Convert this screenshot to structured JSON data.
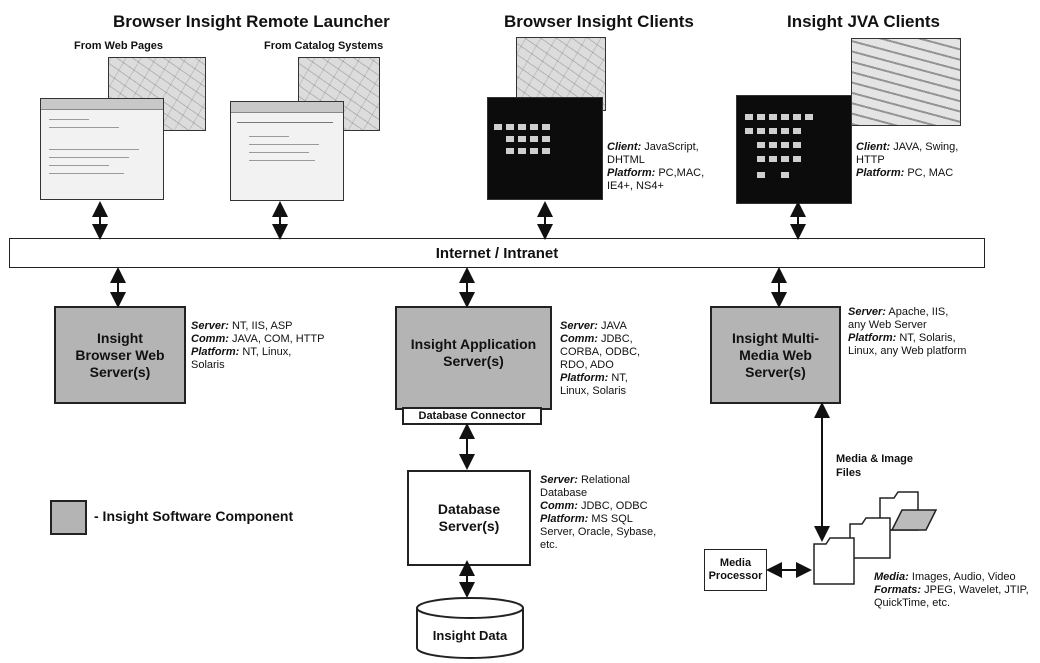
{
  "headers": {
    "launcher": "Browser Insight Remote Launcher",
    "from_web": "From Web Pages",
    "from_catalog": "From Catalog Systems",
    "browser_clients": "Browser Insight Clients",
    "jva_clients": "Insight JVA Clients"
  },
  "network": {
    "label": "Internet / Intranet"
  },
  "browser_client_info": [
    {
      "k": "Client:",
      "v": "JavaScript, DHTML"
    },
    {
      "k": "Platform:",
      "v": "PC,MAC, IE4+, NS4+"
    }
  ],
  "jva_client_info": [
    {
      "k": "Client:",
      "v": "JAVA, Swing, HTTP"
    },
    {
      "k": "Platform:",
      "v": "PC, MAC"
    }
  ],
  "servers": {
    "browser_web": {
      "title": "Insight Browser Web Server(s)",
      "info": [
        {
          "k": "Server:",
          "v": "NT, IIS, ASP"
        },
        {
          "k": "Comm:",
          "v": "JAVA, COM, HTTP"
        },
        {
          "k": "Platform:",
          "v": "NT, Linux, Solaris"
        }
      ]
    },
    "application": {
      "title": "Insight Application Server(s)",
      "connector": "Database Connector",
      "info": [
        {
          "k": "Server:",
          "v": "JAVA"
        },
        {
          "k": "Comm:",
          "v": "JDBC, CORBA, ODBC, RDO, ADO"
        },
        {
          "k": "Platform:",
          "v": "NT, Linux, Solaris"
        }
      ]
    },
    "multimedia": {
      "title": "Insight Multi-Media Web Server(s)",
      "info": [
        {
          "k": "Server:",
          "v": "Apache, IIS, any Web Server"
        },
        {
          "k": "Platform:",
          "v": "NT, Solaris, Linux, any Web platform"
        }
      ]
    },
    "database": {
      "title": "Database Server(s)",
      "info": [
        {
          "k": "Server:",
          "v": "Relational Database"
        },
        {
          "k": "Comm:",
          "v": "JDBC, ODBC"
        },
        {
          "k": "Platform:",
          "v": "MS SQL Server, Oracle, Sybase, etc."
        }
      ]
    }
  },
  "data_store": {
    "label": "Insight Data"
  },
  "media": {
    "files_label": "Media & Image Files",
    "processor_label": "Media Processor",
    "info": [
      {
        "k": "Media:",
        "v": "Images, Audio, Video"
      },
      {
        "k": "Formats:",
        "v": "JPEG, Wavelet, JTIP, QuickTime, etc."
      }
    ]
  },
  "legend": {
    "label": "- Insight Software Component",
    "color": "#b4b4b4"
  }
}
